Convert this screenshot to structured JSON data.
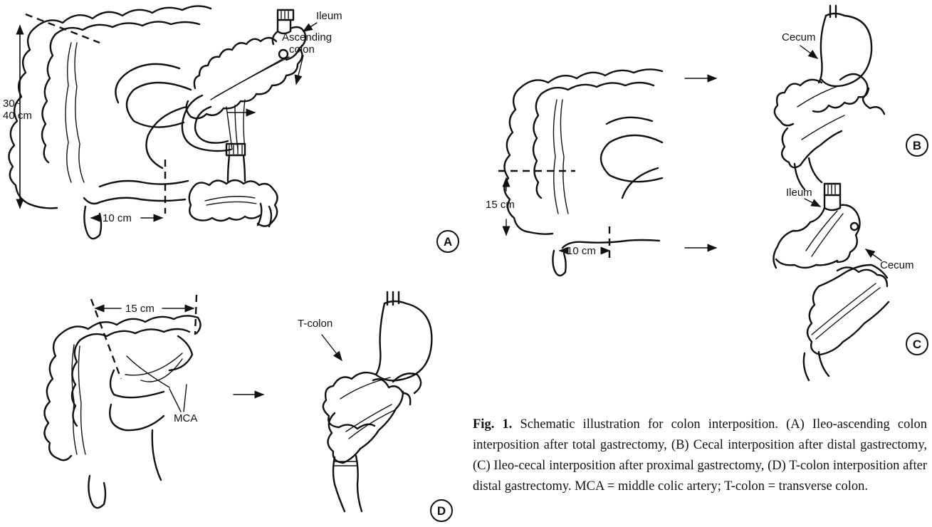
{
  "panels": {
    "A": {
      "letter": "A",
      "length_label_top": "30~",
      "length_label_bottom": "40 cm",
      "distance_label": "10 cm",
      "ileum_label": "Ileum",
      "ascending_label_1": "Ascending",
      "ascending_label_2": "colon"
    },
    "B": {
      "letter": "B",
      "cecum_label": "Cecum"
    },
    "C": {
      "letter": "C",
      "ileum_label": "Ileum",
      "cecum_label": "Cecum"
    },
    "BC_source": {
      "length_label": "15 cm",
      "distance_label": "10 cm"
    },
    "D": {
      "letter": "D",
      "length_label": "15 cm",
      "mca_label": "MCA",
      "tcolon_label": "T-colon"
    }
  },
  "caption": {
    "fig_label": "Fig. 1.",
    "text": "Schematic illustration for colon interposition. (A) Ileo-ascending colon interposition after total gastrectomy, (B) Cecal interposition after distal gastrectomy, (C) Ileo-cecal interposition after proximal gastrectomy, (D) T-colon interposition after distal gastrectomy. MCA = middle colic artery; T-colon = transverse colon."
  }
}
